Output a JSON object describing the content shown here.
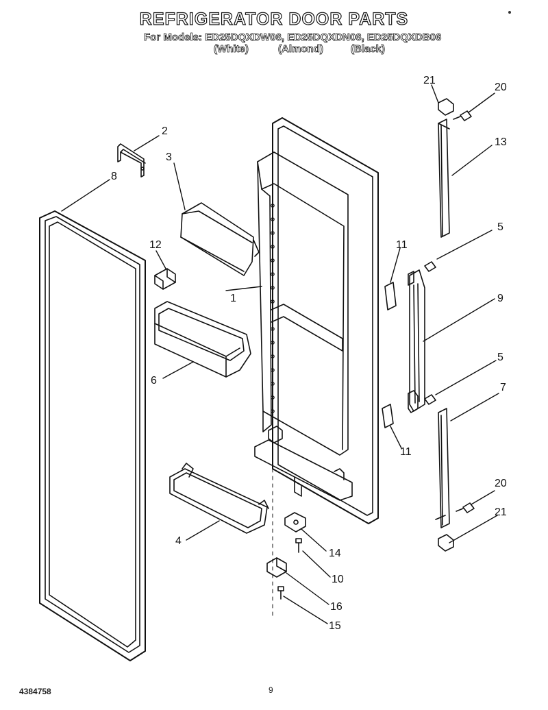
{
  "title": "REFRIGERATOR DOOR PARTS",
  "models_line": "For Models: ED25DQXDW06, ED25DQXDN06, ED25DQXDB06",
  "colors": [
    "(White)",
    "(Almond)",
    "(Black)"
  ],
  "footer": {
    "doc_number": "4384758",
    "page": "9"
  },
  "callouts": [
    "1",
    "2",
    "3",
    "4",
    "5",
    "5",
    "6",
    "7",
    "8",
    "9",
    "10",
    "11",
    "11",
    "12",
    "13",
    "14",
    "15",
    "16",
    "20",
    "20",
    "21",
    "21"
  ]
}
